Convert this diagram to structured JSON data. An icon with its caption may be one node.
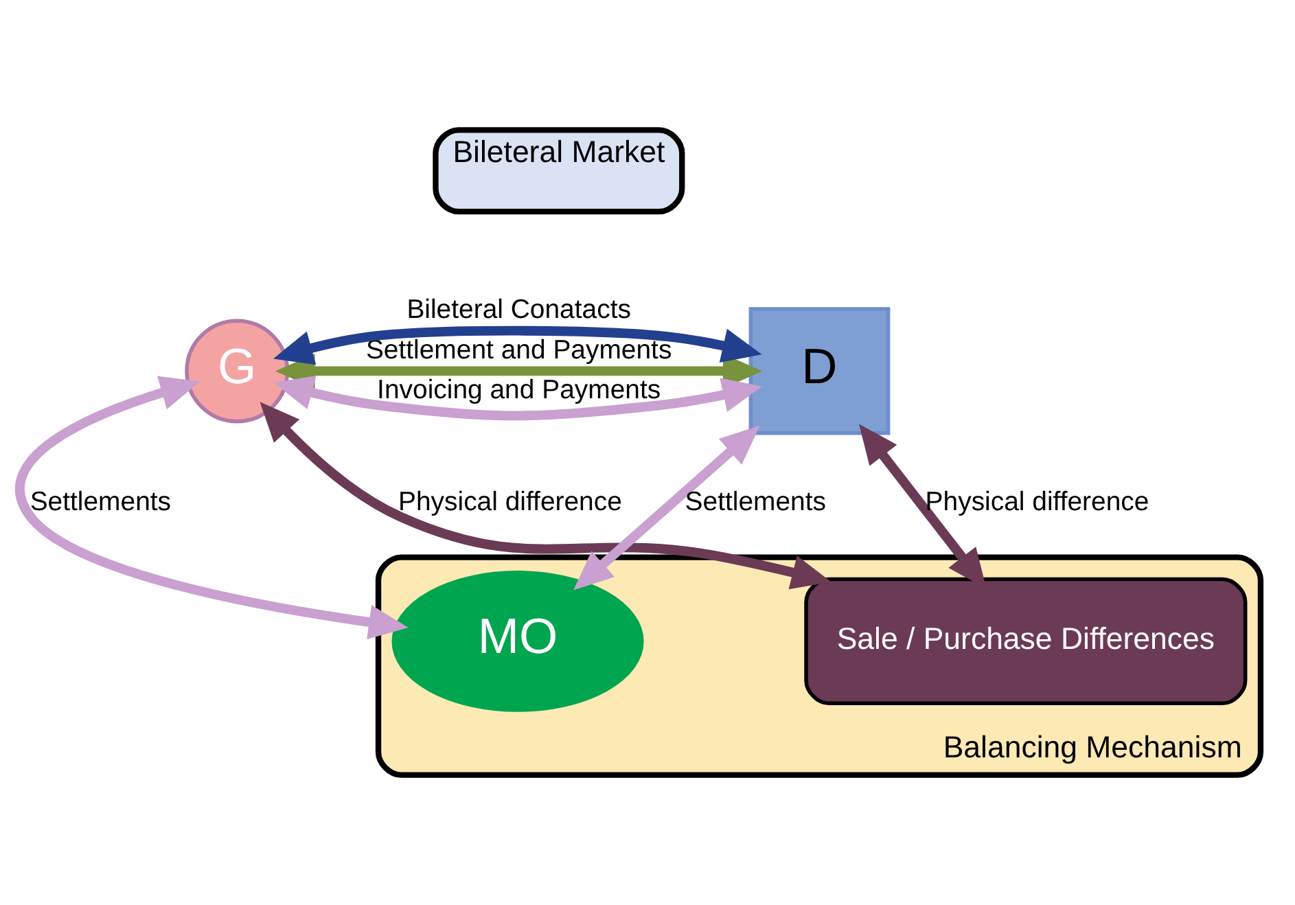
{
  "diagram": {
    "nodes": [
      {
        "text": [
          "Bileteral Market"
        ]
      },
      {
        "text": [
          "Balancing Mechanism"
        ]
      },
      {
        "text": [
          "G"
        ]
      },
      {
        "text": [
          "D"
        ]
      },
      {
        "text": [
          "MO"
        ],
        "in": 1
      },
      {
        "text": [
          "Sale / Purchase Differences"
        ],
        "in": 1
      }
    ],
    "edges": [
      {
        "from": 2,
        "to": 3,
        "arrow": "both",
        "label": "Settlement and Payments",
        "color": "#77933c"
      },
      {
        "from": 2,
        "to": 3,
        "arrow": "both",
        "label": "Bileteral Conatacts",
        "color": "#233f8f"
      },
      {
        "from": 2,
        "to": 3,
        "arrow": "both",
        "label": "Invoicing and Payments"
      },
      {
        "from": 2,
        "to": 4,
        "arrow": "both",
        "label": "Settlements"
      },
      {
        "from": 3,
        "to": 4,
        "arrow": "both",
        "label": "Settlements"
      },
      {
        "from": 2,
        "to": 5,
        "arrow": "both",
        "label": "Physical difference",
        "color": "#6b3a55"
      },
      {
        "from": 3,
        "to": 5,
        "arrow": "both",
        "label": "Physical difference",
        "color": "#6b3a55"
      }
    ]
  }
}
